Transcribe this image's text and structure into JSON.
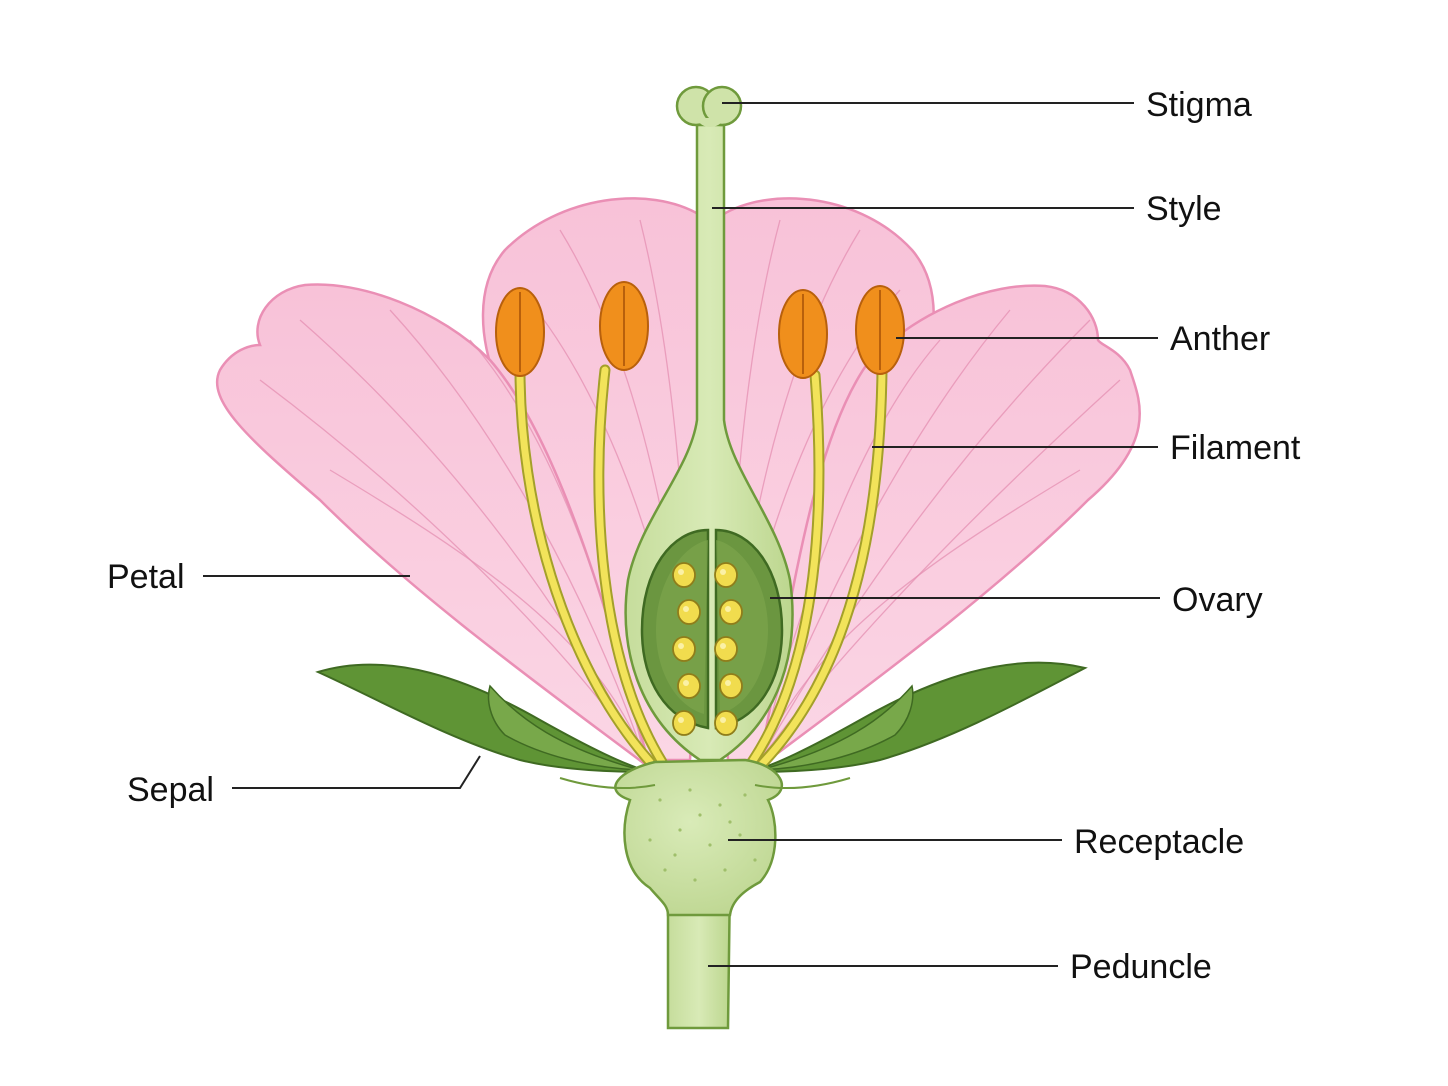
{
  "labels": {
    "stigma": "Stigma",
    "style": "Style",
    "anther": "Anther",
    "filament": "Filament",
    "petal": "Petal",
    "ovary": "Ovary",
    "sepal": "Sepal",
    "receptacle": "Receptacle",
    "peduncle": "Peduncle"
  },
  "colors": {
    "petal_fill": "#f8c6da",
    "petal_edge": "#ea8fb5",
    "green_light": "#cfe3a9",
    "green_edge": "#6f9a3c",
    "sepal": "#5f9435",
    "ovary_dark": "#6b9640",
    "filament": "#f2e35a",
    "anther": "#f08f1c",
    "ovule": "#f1dc4e"
  },
  "ovule_count": 10,
  "stamen_count": 4
}
